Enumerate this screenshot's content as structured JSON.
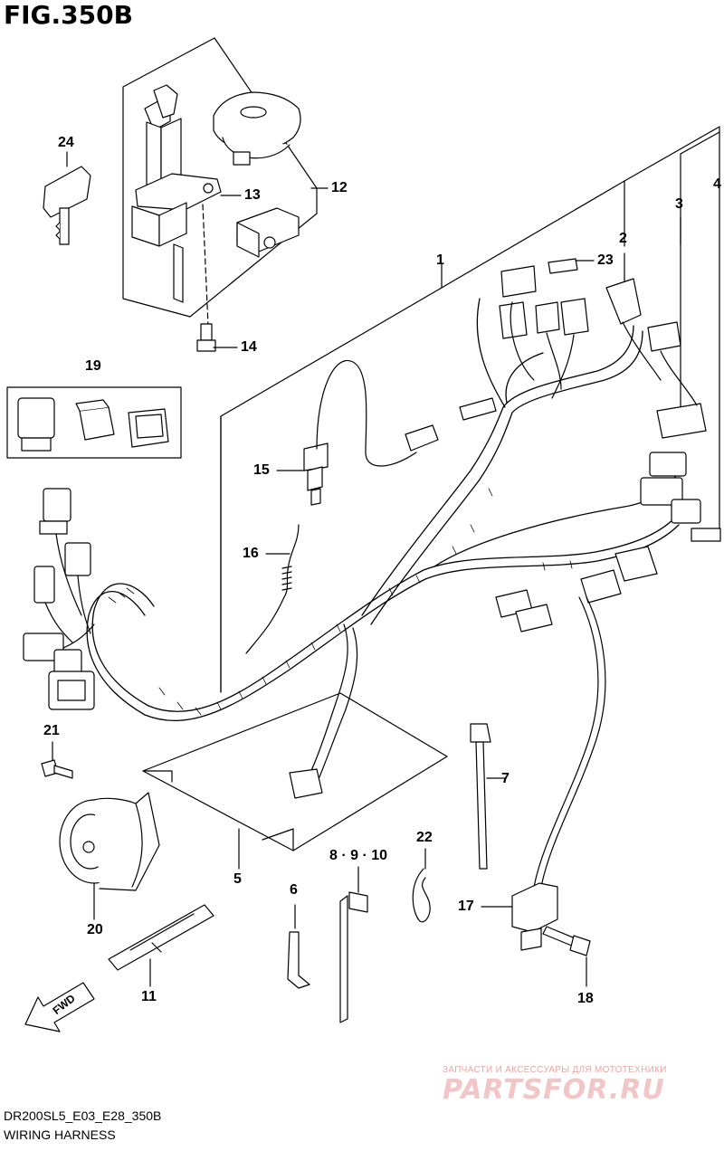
{
  "figure": {
    "title": "FIG.350B"
  },
  "callouts": {
    "c1": "1",
    "c2": "2",
    "c3": "3",
    "c4": "4",
    "c5": "5",
    "c6": "6",
    "c7": "7",
    "c8910": "8 · 9 · 10",
    "c11": "11",
    "c12": "12",
    "c13": "13",
    "c14": "14",
    "c15": "15",
    "c16": "16",
    "c17": "17",
    "c18": "18",
    "c19": "19",
    "c20": "20",
    "c21": "21",
    "c22": "22",
    "c23": "23",
    "c24": "24"
  },
  "fwd": "FWD",
  "footer": {
    "code": "DR200SL5_E03_E28_350B",
    "title": "WIRING HARNESS"
  },
  "watermark": {
    "tagline": "ЗАПЧАСТИ И АКСЕССУАРЫ ДЛЯ МОТОТЕХНИКИ",
    "brand": "PARTSFOR.RU",
    "color": "#e89a9a"
  },
  "colors": {
    "line": "#000000",
    "background": "#ffffff"
  }
}
